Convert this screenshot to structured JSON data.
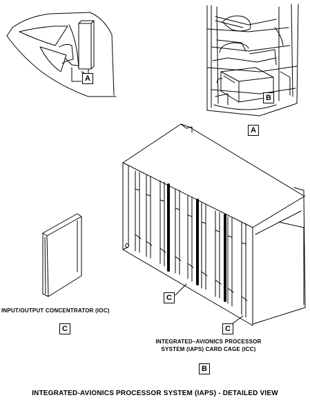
{
  "labels": {
    "detail_a_callout": "A",
    "detail_b_callout": "B",
    "view_a_label": "A",
    "card_cage_callout_1": "C",
    "card_cage_callout_2": "C",
    "ioc_view_label": "C",
    "card_cage_view_label": "B"
  },
  "captions": {
    "ioc": "INPUT/OUTPUT CONCENTRATOR (IOC)",
    "icc_line1": "INTEGRATED–AVIONICS PROCESSOR",
    "icc_line2": "SYSTEM (IAPS) CARD CAGE (ICC)"
  },
  "title": "INTEGRATED-AVIONICS PROCESSOR SYSTEM (IAPS) - DETAILED VIEW"
}
